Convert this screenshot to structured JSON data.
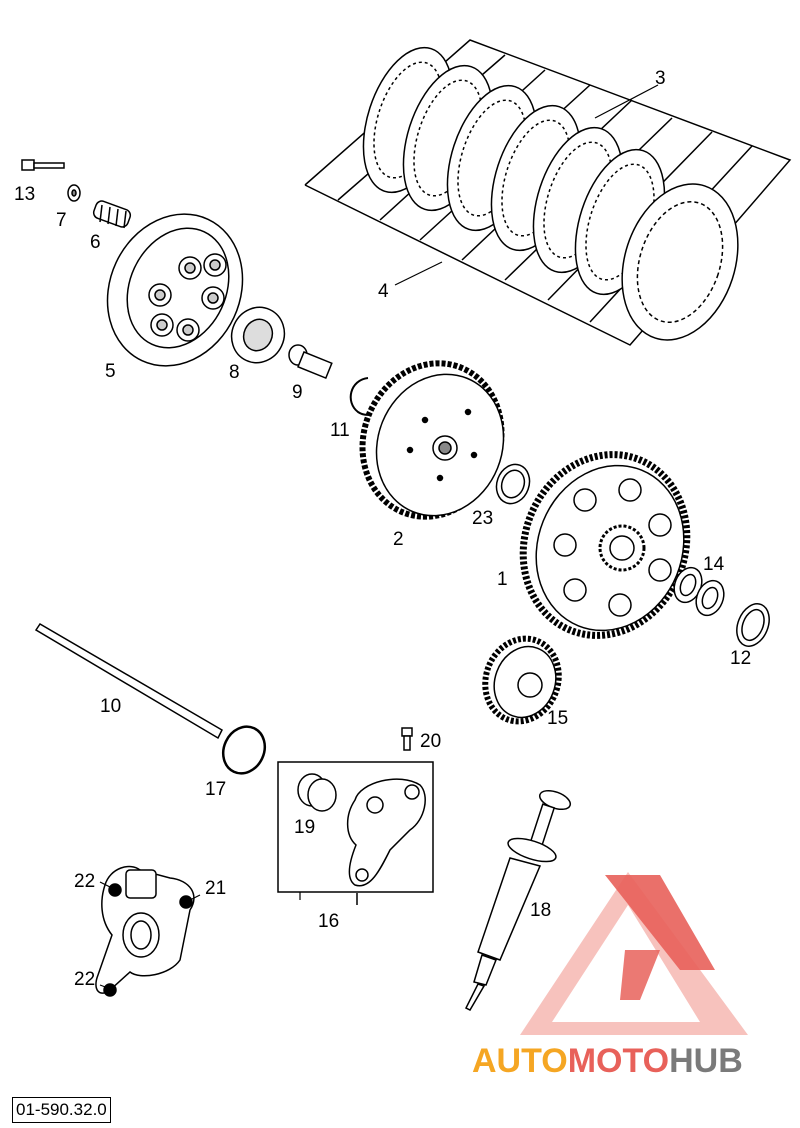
{
  "diagram": {
    "drawing_number": "01-590.32.0",
    "parts": [
      "1",
      "2",
      "3",
      "4",
      "5",
      "6",
      "7",
      "8",
      "9",
      "10",
      "11",
      "12",
      "13",
      "14",
      "15",
      "16",
      "17",
      "18",
      "19",
      "20",
      "21",
      "22",
      "22",
      "23"
    ]
  },
  "watermark": {
    "text_part1": "AUTO",
    "text_part2": "MOTO",
    "text_part3": "HUB",
    "color_orange": "#f5a623",
    "color_red": "#e8615a",
    "color_dark": "#7a7a7a"
  }
}
